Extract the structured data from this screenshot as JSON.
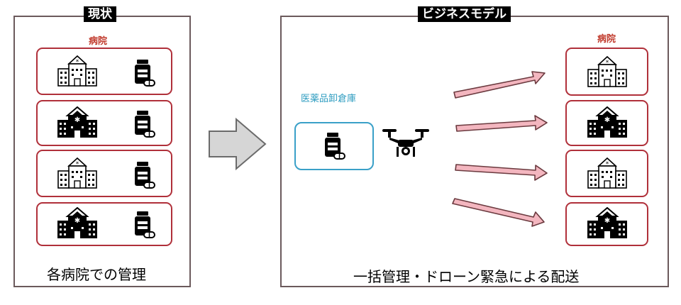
{
  "current": {
    "title": "現状",
    "hospital_label": "病院",
    "caption": "各病院での管理",
    "rows": [
      {
        "icon": "hospital-outline-icon"
      },
      {
        "icon": "hospital-filled-icon"
      },
      {
        "icon": "hospital-outline-icon"
      },
      {
        "icon": "hospital-filled-icon"
      }
    ],
    "medicine_icon": "medicine-bottle-icon"
  },
  "model": {
    "title": "ビジネスモデル",
    "warehouse_label": "医薬品卸倉庫",
    "hospital_label": "病院",
    "caption": "一括管理・ドローン緊急による配送",
    "drone_icon": "drone-icon",
    "hospitals": [
      {
        "icon": "hospital-outline-icon"
      },
      {
        "icon": "hospital-filled-icon"
      },
      {
        "icon": "hospital-outline-icon"
      },
      {
        "icon": "hospital-filled-icon"
      }
    ]
  },
  "colors": {
    "hospital_border": "#b0303a",
    "warehouse_border": "#3aa0c8",
    "arrow_fill": "#f3b6bf",
    "big_arrow_fill": "#d6d6d6"
  }
}
